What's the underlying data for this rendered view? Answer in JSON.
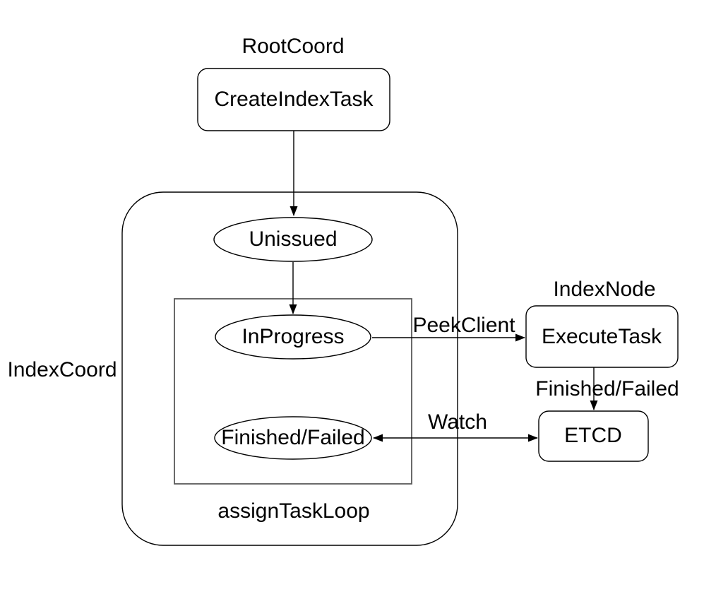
{
  "canvas": {
    "background": "#ffffff",
    "stroke_color": "#000000",
    "inner_loop_stroke_color": "#595959",
    "text_color": "#000000"
  },
  "group_labels": {
    "root_coord": "RootCoord",
    "index_coord": "IndexCoord",
    "index_node": "IndexNode",
    "assign_task_loop": "assignTaskLoop"
  },
  "nodes": {
    "create_index_task": "CreateIndexTask",
    "unissued": "Unissued",
    "in_progress": "InProgress",
    "finished_failed": "Finished/Failed",
    "execute_task": "ExecuteTask",
    "etcd": "ETCD"
  },
  "edge_labels": {
    "peek_client": "PeekClient",
    "finished_failed": "Finished/Failed",
    "watch": "Watch"
  },
  "edges": [
    {
      "from": "CreateIndexTask",
      "to": "Unissued",
      "label": "",
      "bidirectional": false
    },
    {
      "from": "Unissued",
      "to": "InProgress",
      "label": "",
      "bidirectional": false
    },
    {
      "from": "InProgress",
      "to": "ExecuteTask",
      "label": "PeekClient",
      "bidirectional": false
    },
    {
      "from": "ExecuteTask",
      "to": "ETCD",
      "label": "Finished/Failed",
      "bidirectional": false
    },
    {
      "from": "ETCD",
      "to": "Finished/Failed",
      "label": "Watch",
      "bidirectional": true
    }
  ]
}
